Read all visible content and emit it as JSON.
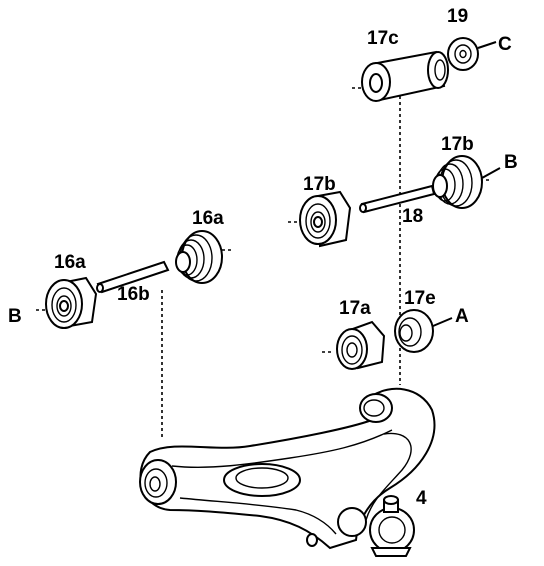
{
  "labels": {
    "l19": "19",
    "lC": "C",
    "l17c": "17c",
    "l17b_right": "17b",
    "lB_right": "B",
    "l17b_left": "17b",
    "l18": "18",
    "l16a_top": "16a",
    "l16a_left": "16a",
    "l16b": "16b",
    "lB_left": "B",
    "l17a": "17a",
    "l17e": "17e",
    "lA": "A",
    "l4": "4"
  }
}
